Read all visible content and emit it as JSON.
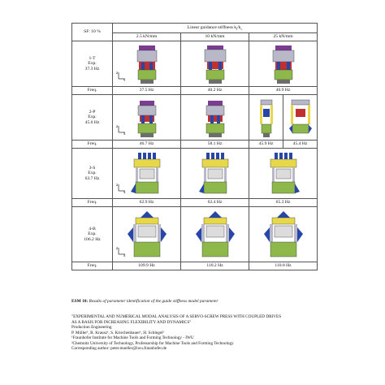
{
  "table": {
    "sf_label": "SF: 10 %",
    "header_title": "Linear guidance stiffness k",
    "header_sub": "l",
    "header_div": "/k",
    "header_sub2": "c",
    "col_heads": [
      "2.5 kN/mm",
      "10 kN/mm",
      "25 kN/mm"
    ],
    "freq_label": "Freq.",
    "rows": [
      {
        "mode": "1-T",
        "exp": "Exp.",
        "exp_freq": "37.3 Hz",
        "freqs": [
          "37.5 Hz",
          "40.2 Hz",
          "40.9 Hz"
        ]
      },
      {
        "mode": "2-P",
        "exp": "Exp.",
        "exp_freq": "45.0 Hz",
        "freqs": [
          "46.7 Hz",
          "58.1 Hz",
          "45.9 Hz",
          "45.4 Hz"
        ]
      },
      {
        "mode": "3-S",
        "exp": "Exp.",
        "exp_freq": "63.7 Hz",
        "freqs": [
          "62.9 Hz",
          "62.4 Hz",
          "65.3 Hz"
        ]
      },
      {
        "mode": "4-B",
        "exp": "Exp.",
        "exp_freq": "106.2 Hz",
        "freqs": [
          "109.9 Hz",
          "110.2 Hz",
          "110.8 Hz"
        ]
      }
    ],
    "axis_labels": {
      "z": "z",
      "x": "x",
      "y": "y"
    }
  },
  "caption": {
    "label": "ESM 10:",
    "text": "Results of parameter identification of the guide stiffness model parameter"
  },
  "footer": {
    "line1": "\"EXPERIMENTAL AND NUMERICAL MODAL ANALYSIS OF A SERVO-SCREW PRESS WITH COUPLED DRIVES",
    "line2": "AS A BASIS FOR INCREASING FLEXIBILITY AND DYNAMICS\"",
    "line3": "Production Engineering",
    "line4": "P. Müller¹, R. Krausz¹, S. Kriechenbauer¹, H. Schlegel²",
    "line5": "¹Fraunhofer Institute for Machine Tools and Forming Technology - IWU",
    "line6": "²Chemnitz University of Technology, Professorship for Machine Tools and Forming Technology",
    "line7": "Corresponding author: peter.mueller@iwu.fraunhofer.de"
  },
  "colors": {
    "press_green": "#8fb84a",
    "press_blue": "#2846a8",
    "press_red": "#c03030",
    "press_yellow": "#e6d84a",
    "press_purple": "#7a3d8f",
    "frame_gray": "#b8b8c8"
  }
}
